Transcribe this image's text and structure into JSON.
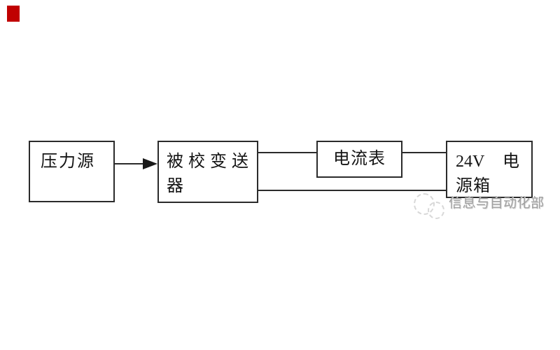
{
  "diagram": {
    "title_hint": "transmitter-calibration-wiring-diagram",
    "background_color": "#ffffff",
    "line_color": "#2b2b2b",
    "text_color": "#141414",
    "red_marker_color": "#c00000",
    "nodes": [
      {
        "id": "pressure-source",
        "label": "压力源"
      },
      {
        "id": "transmitter-under-calibration",
        "label": "被校变送器",
        "line1": "被校变送",
        "line2": "器"
      },
      {
        "id": "ammeter",
        "label": "电流表"
      },
      {
        "id": "power-box",
        "label": "24V 电源箱",
        "line1_left": "24V",
        "line1_right": "电",
        "line2": "源箱"
      }
    ],
    "connections": [
      {
        "from": "pressure-source",
        "to": "transmitter-under-calibration",
        "type": "arrow"
      },
      {
        "from": "transmitter-under-calibration",
        "to": "ammeter",
        "type": "line"
      },
      {
        "from": "ammeter",
        "to": "power-box",
        "type": "line"
      },
      {
        "from": "transmitter-under-calibration",
        "to": "power-box",
        "type": "line"
      }
    ],
    "watermark": {
      "text": "信息与自动化部",
      "color": "#a0a0a0"
    }
  }
}
